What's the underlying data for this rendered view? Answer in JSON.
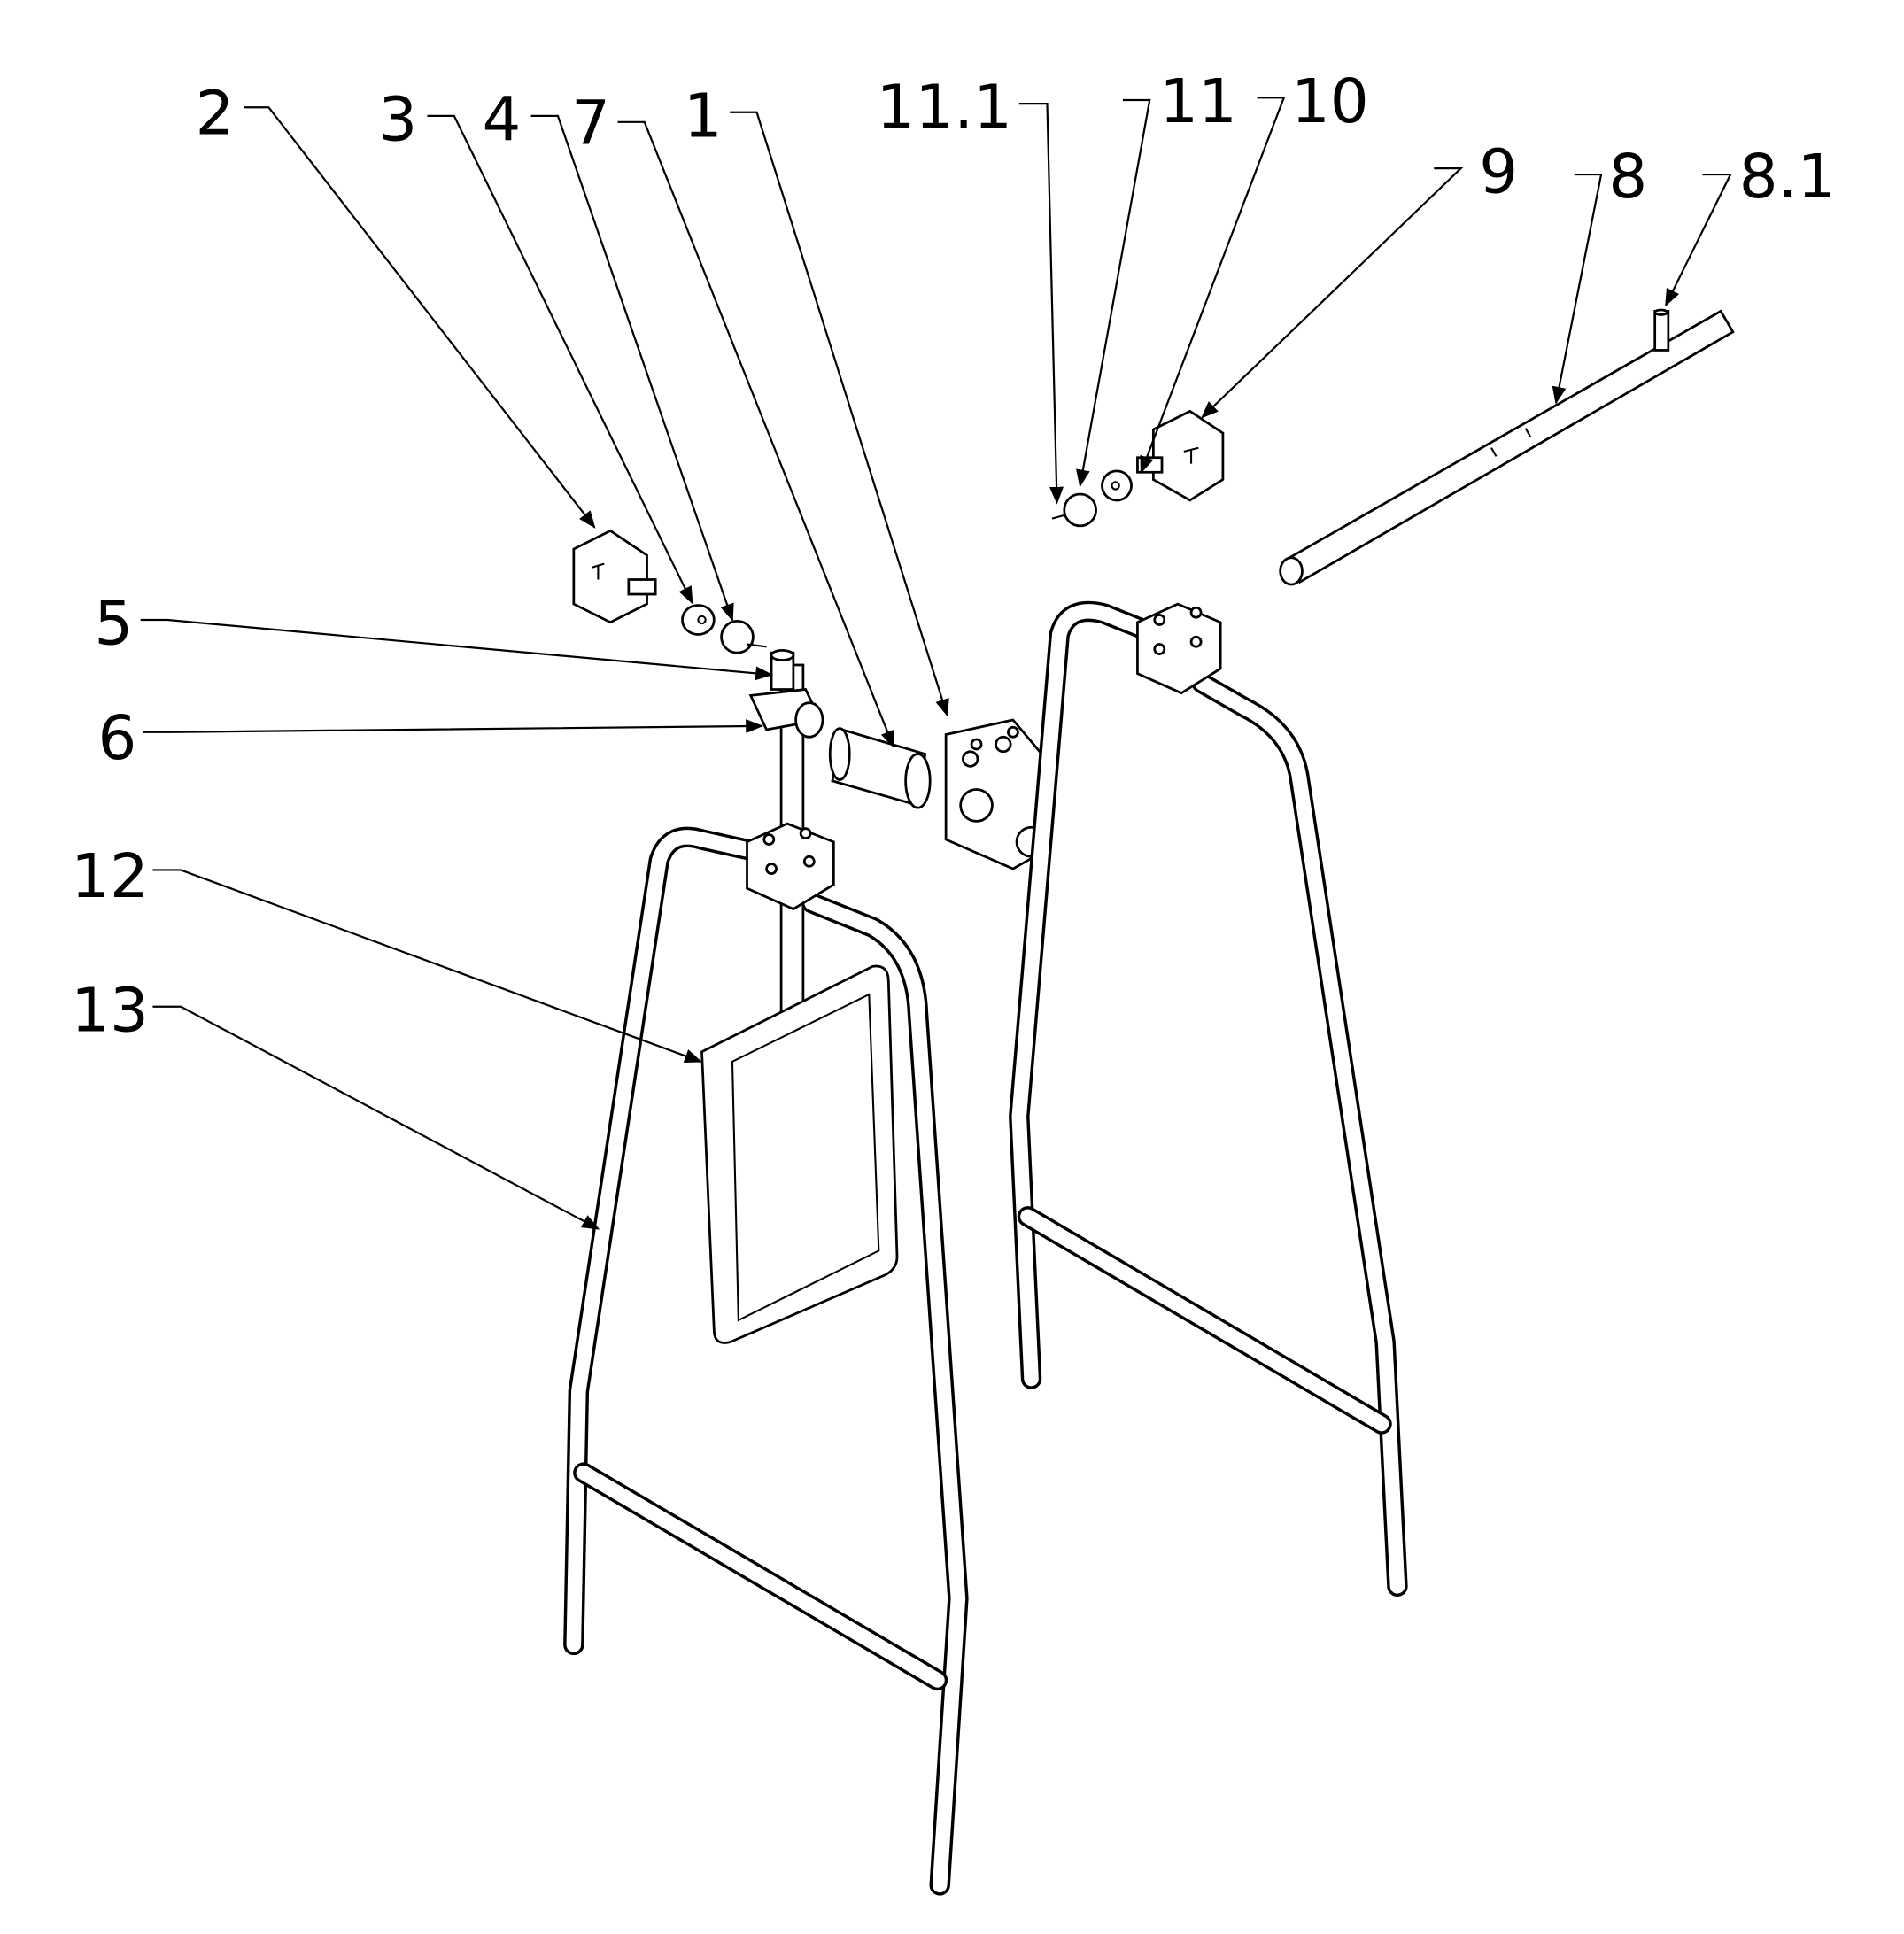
{
  "labels": {
    "l1": "1",
    "l2": "2",
    "l3": "3",
    "l4": "4",
    "l5": "5",
    "l6": "6",
    "l7": "7",
    "l8": "8",
    "l8_1": "8.1",
    "l9": "9",
    "l10": "10",
    "l11": "11",
    "l11_1": "11.1",
    "l12": "12",
    "l13": "13"
  }
}
